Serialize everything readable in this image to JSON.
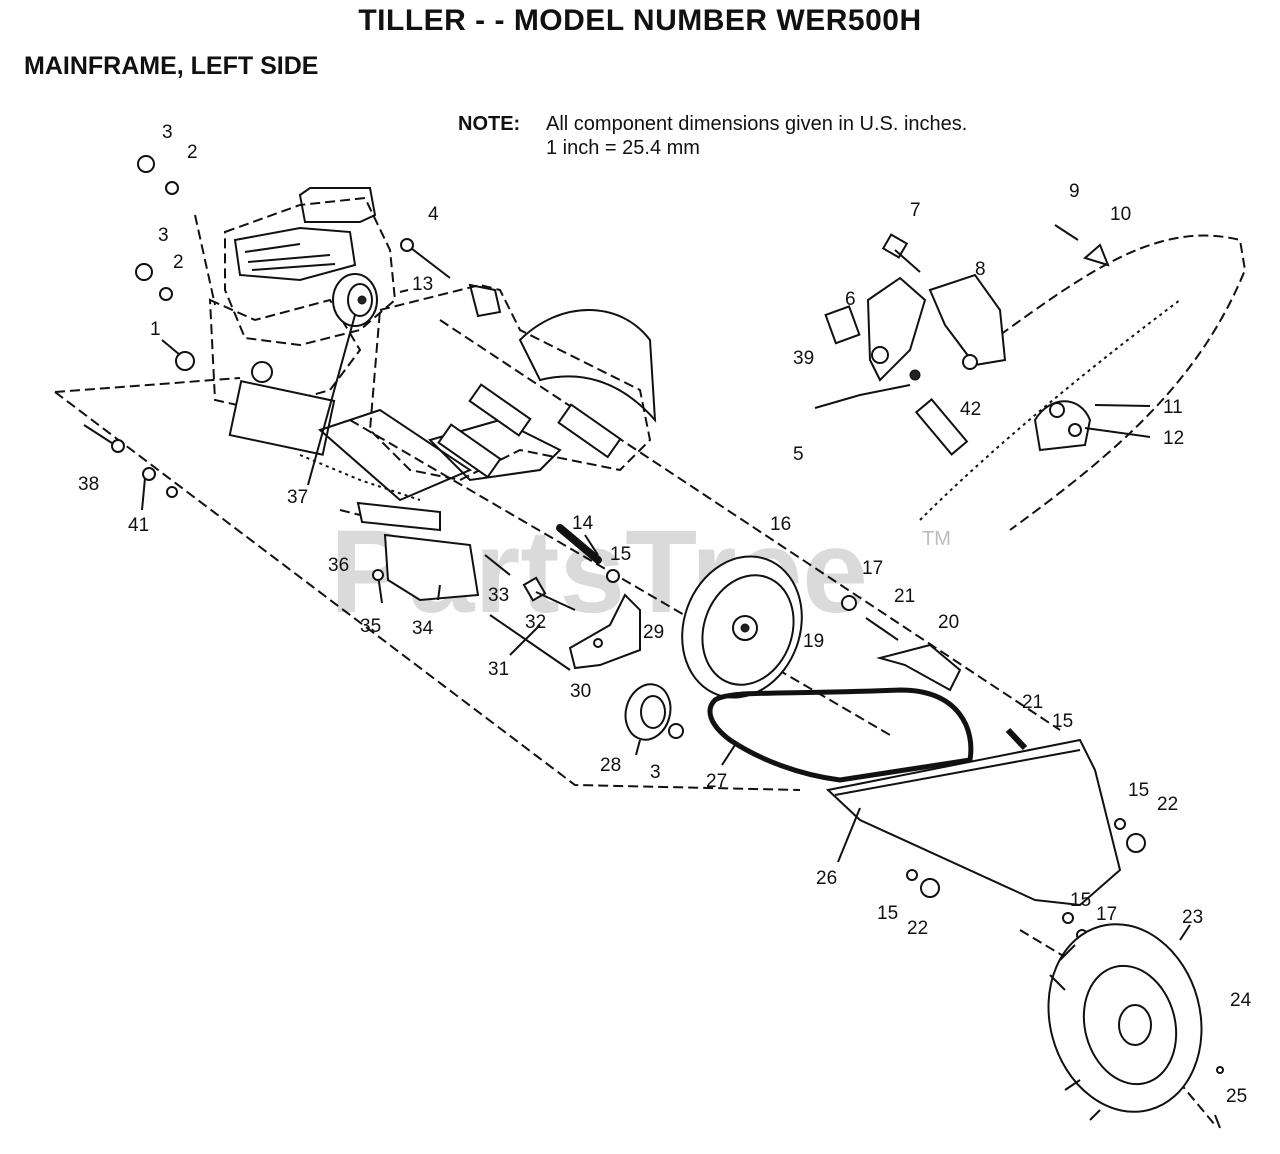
{
  "title": "TILLER - - MODEL NUMBER WER500H",
  "subtitle": "MAINFRAME, LEFT SIDE",
  "note": {
    "label": "NOTE:",
    "line1": "All component dimensions given in U.S. inches.",
    "line2": "1 inch = 25.4 mm"
  },
  "watermark": {
    "text": "PartsTree",
    "tm": "TM"
  },
  "callouts": [
    {
      "id": "c3a",
      "text": "3"
    },
    {
      "id": "c2a",
      "text": "2"
    },
    {
      "id": "c3b",
      "text": "3"
    },
    {
      "id": "c2b",
      "text": "2"
    },
    {
      "id": "c1",
      "text": "1"
    },
    {
      "id": "c4",
      "text": "4"
    },
    {
      "id": "c13",
      "text": "13"
    },
    {
      "id": "c37",
      "text": "37"
    },
    {
      "id": "c38",
      "text": "38"
    },
    {
      "id": "c41",
      "text": "41"
    },
    {
      "id": "c36",
      "text": "36"
    },
    {
      "id": "c35",
      "text": "35"
    },
    {
      "id": "c34",
      "text": "34"
    },
    {
      "id": "c33",
      "text": "33"
    },
    {
      "id": "c32",
      "text": "32"
    },
    {
      "id": "c31",
      "text": "31"
    },
    {
      "id": "c30",
      "text": "30"
    },
    {
      "id": "c29",
      "text": "29"
    },
    {
      "id": "c28",
      "text": "28"
    },
    {
      "id": "c3c",
      "text": "3"
    },
    {
      "id": "c14",
      "text": "14"
    },
    {
      "id": "c15a",
      "text": "15"
    },
    {
      "id": "c16",
      "text": "16"
    },
    {
      "id": "c17a",
      "text": "17"
    },
    {
      "id": "c19",
      "text": "19"
    },
    {
      "id": "c21a",
      "text": "21"
    },
    {
      "id": "c20",
      "text": "20"
    },
    {
      "id": "c21b",
      "text": "21"
    },
    {
      "id": "c15b",
      "text": "15"
    },
    {
      "id": "c27",
      "text": "27"
    },
    {
      "id": "c15c",
      "text": "15"
    },
    {
      "id": "c22a",
      "text": "22"
    },
    {
      "id": "c26",
      "text": "26"
    },
    {
      "id": "c15d",
      "text": "15"
    },
    {
      "id": "c22b",
      "text": "22"
    },
    {
      "id": "c15e",
      "text": "15"
    },
    {
      "id": "c17b",
      "text": "17"
    },
    {
      "id": "c23",
      "text": "23"
    },
    {
      "id": "c24",
      "text": "24"
    },
    {
      "id": "c25",
      "text": "25"
    },
    {
      "id": "c7",
      "text": "7"
    },
    {
      "id": "c9",
      "text": "9"
    },
    {
      "id": "c10",
      "text": "10"
    },
    {
      "id": "c8",
      "text": "8"
    },
    {
      "id": "c6",
      "text": "6"
    },
    {
      "id": "c39",
      "text": "39"
    },
    {
      "id": "c42",
      "text": "42"
    },
    {
      "id": "c5",
      "text": "5"
    },
    {
      "id": "c11",
      "text": "11"
    },
    {
      "id": "c12",
      "text": "12"
    }
  ]
}
